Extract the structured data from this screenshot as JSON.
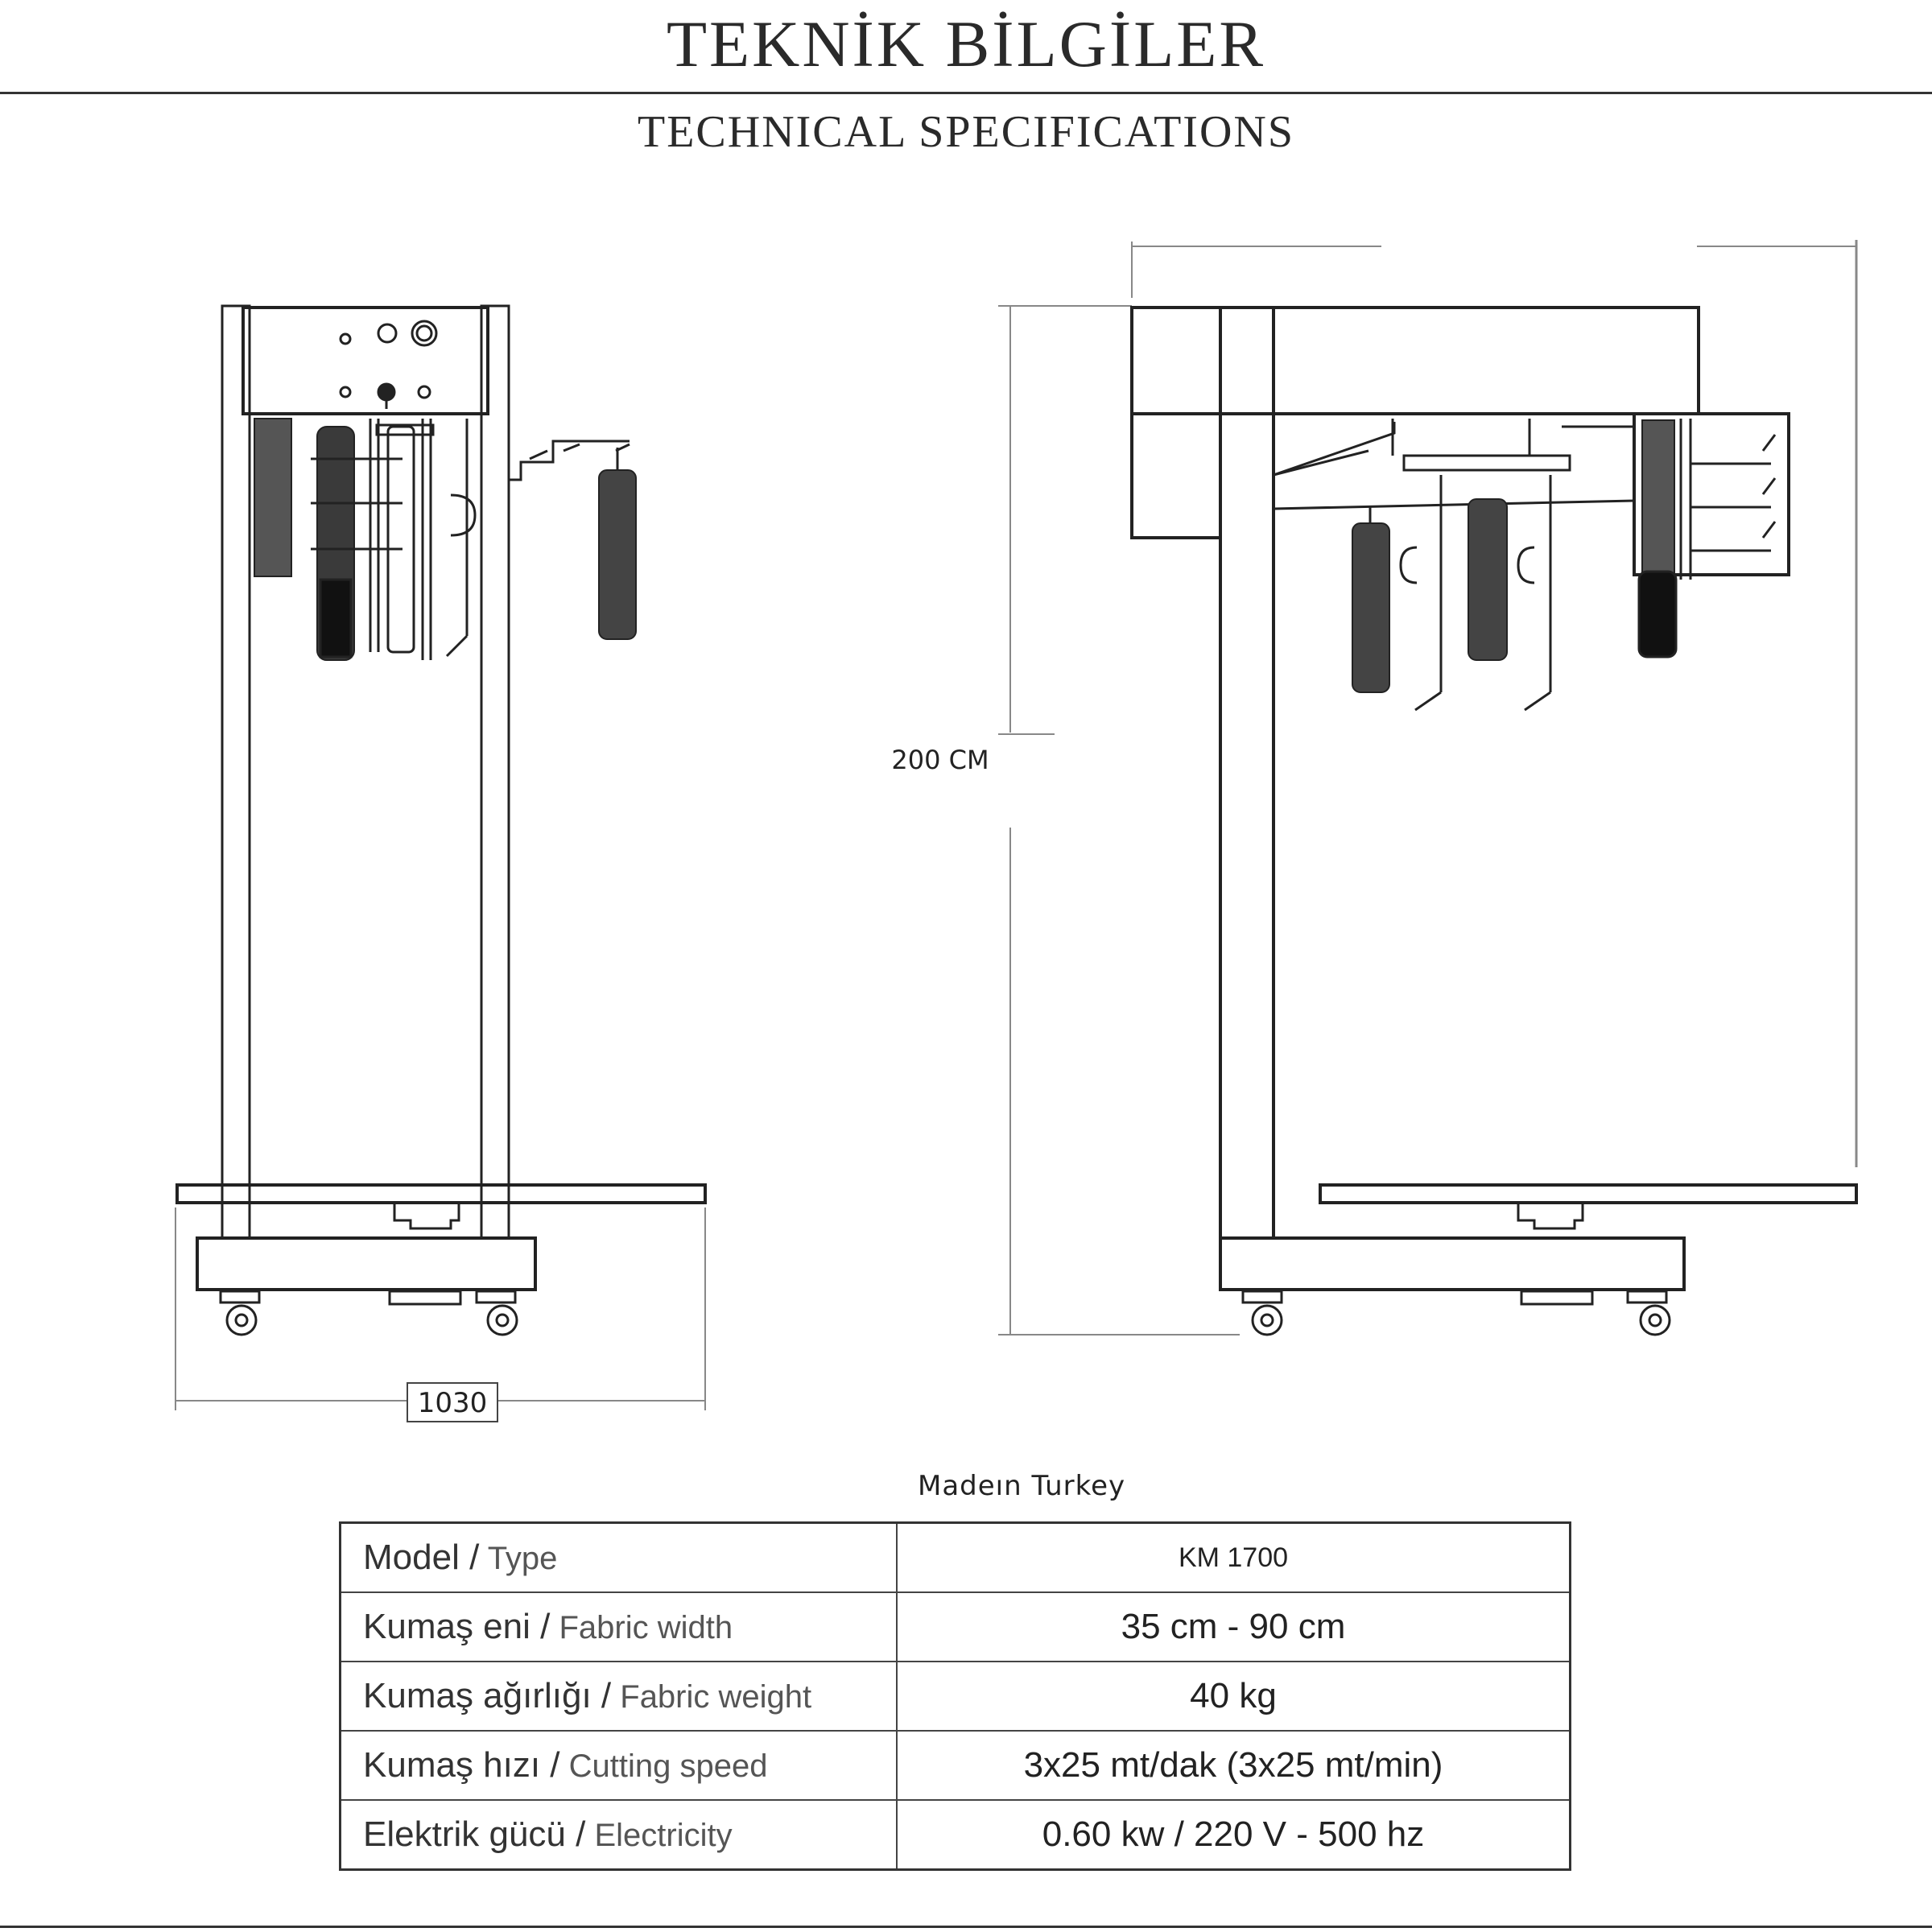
{
  "header": {
    "title_tr": "TEKNİK BİLGİLER",
    "title_en": "TECHNICAL SPECIFICATIONS"
  },
  "drawing": {
    "width_label": "1030",
    "height_label": "200 CM"
  },
  "made_in": "Madeın  Turkey",
  "spec_rows": [
    {
      "label_tr": "Model /",
      "label_en": " Type",
      "value": "KM 1700"
    },
    {
      "label_tr": "Kumaş eni /",
      "label_en": " Fabric width",
      "value": "35 cm - 90 cm"
    },
    {
      "label_tr": "Kumaş ağırlığı /",
      "label_en": " Fabric weight",
      "value": "40 kg"
    },
    {
      "label_tr": "Kumaş hızı /",
      "label_en": " Cutting speed",
      "value": "3x25 mt/dak (3x25 mt/min)"
    },
    {
      "label_tr": "Elektrik gücü /",
      "label_en": " Electricity",
      "value": "0.60 kw / 220 V - 500 hz"
    }
  ]
}
